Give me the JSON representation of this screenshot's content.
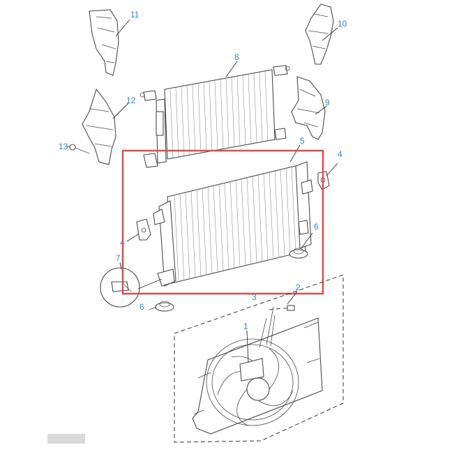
{
  "callouts": {
    "c1": "1",
    "c2": "2",
    "c3": "3",
    "c4a": "4",
    "c4b": "4",
    "c5": "5",
    "c6a": "6",
    "c6b": "6",
    "c7": "7",
    "c8": "8",
    "c9": "9",
    "c10": "10",
    "c11": "11",
    "c12": "12",
    "c13": "13"
  },
  "colors": {
    "callout": "#2f86d8",
    "highlight": "#e0494b",
    "linework": "#4a4a4a"
  }
}
